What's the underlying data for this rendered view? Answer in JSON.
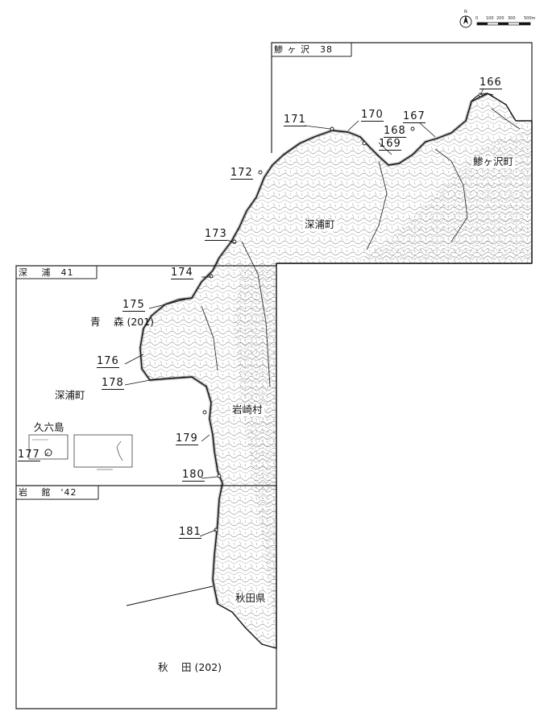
{
  "sheets": {
    "ajigasawa": "鯵 ヶ 沢　38",
    "fukaura": "深　 浦　41",
    "iwadate": "岩　 館　'42"
  },
  "points": [
    "166",
    "167",
    "168",
    "169",
    "170",
    "171",
    "172",
    "173",
    "174",
    "175",
    "176",
    "177",
    "178",
    "179",
    "180",
    "181"
  ],
  "places": {
    "fukaura_town_east": "深浦町",
    "ajigasawa_town": "鯵ヶ沢町",
    "fukaura_town_west": "深浦町",
    "iwasaki_village": "岩崎村",
    "akita_pref": "秋田県",
    "kurokujima": "久六島"
  },
  "prefectures": {
    "aomori": "青　 森 (201)",
    "akita": "秋　 田 (202)"
  },
  "scale_bar": {
    "north_label": "N",
    "ticks": [
      "0",
      "100",
      "200",
      "300",
      "500m"
    ]
  }
}
